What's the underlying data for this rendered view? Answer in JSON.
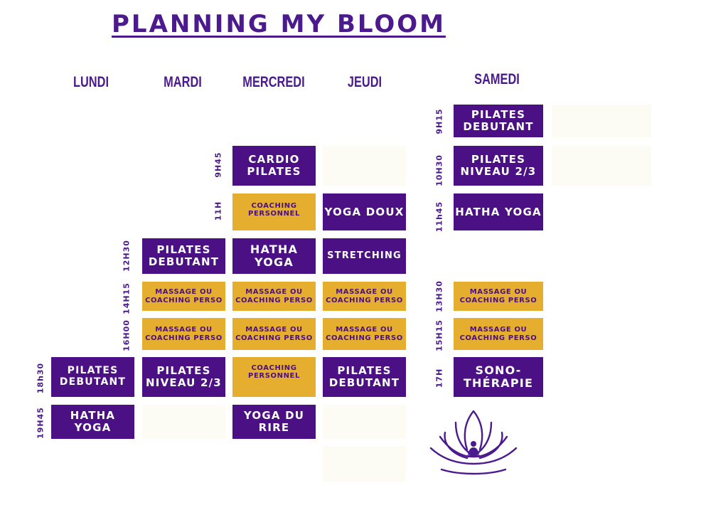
{
  "title": "PLANNING MY BLOOM",
  "days": [
    "LUNDI",
    "MARDI",
    "MERCREDI",
    "JEUDI",
    "SAMEDI"
  ],
  "classes": {
    "mer_0945": "CARDIO PILATES",
    "mer_1100": "COACHING PERSONNEL",
    "jeu_1100": "YOGA DOUX",
    "mar_1230": "PILATES DEBUTANT",
    "mer_1230": "HATHA YOGA",
    "jeu_1230": "STRETCHING",
    "mar_1415": "MASSAGE OU COACHING PERSO",
    "mer_1415": "MASSAGE OU COACHING PERSO",
    "jeu_1415": "MASSAGE OU COACHING PERSO",
    "mar_1600": "MASSAGE OU COACHING PERSO",
    "mer_1600": "MASSAGE OU COACHING PERSO",
    "jeu_1600": "MASSAGE OU COACHING PERSO",
    "lun_1830": "PILATES DEBUTANT",
    "mar_1830": "PILATES NIVEAU 2/3",
    "mer_1830": "COACHING PERSONNEL",
    "jeu_1830": "PILATES DEBUTANT",
    "lun_1945": "HATHA YOGA",
    "mer_1945": "YOGA DU RIRE",
    "sam_0915": "PILATES DEBUTANT",
    "sam_1030": "PILATES NIVEAU 2/3",
    "sam_1145": "HATHA YOGA",
    "sam_1330": "MASSAGE OU COACHING PERSO",
    "sam_1515": "MASSAGE OU COACHING PERSO",
    "sam_1700": "SONO-THÉRAPIE"
  },
  "times": {
    "t_0945": "9H45",
    "t_1100": "11H",
    "t_1230": "12H30",
    "t_1415": "14H15",
    "t_1600": "16H00",
    "t_1830": "18h30",
    "t_1945": "19H45",
    "s_0915": "9H15",
    "s_1030": "10H30",
    "s_1145": "11h45",
    "s_1330": "13H30",
    "s_1515": "15H15",
    "s_1700": "17H"
  },
  "colors": {
    "purple": "#4b1083",
    "gold": "#e6ae2e",
    "placeholder": "#fcfbf4"
  },
  "decor": {
    "lotus": "lotus-meditation-icon"
  }
}
